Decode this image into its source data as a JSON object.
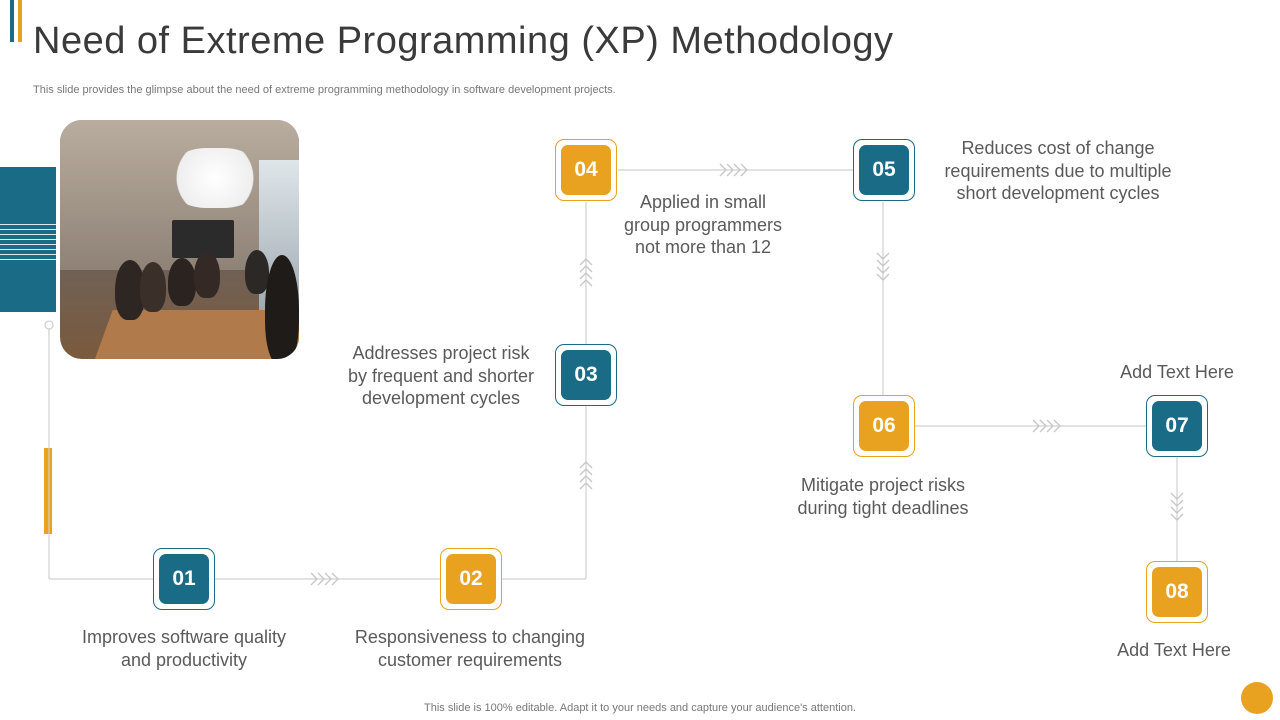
{
  "header": {
    "title": "Need of Extreme Programming (XP) Methodology",
    "subtitle": "This slide provides the glimpse about the need of extreme programming methodology in software development projects."
  },
  "steps": [
    {
      "number": "01",
      "text": "Improves software quality and productivity",
      "color": "teal"
    },
    {
      "number": "02",
      "text": "Responsiveness to changing customer requirements",
      "color": "gold"
    },
    {
      "number": "03",
      "text": "Addresses project risk by frequent and shorter development cycles",
      "color": "teal"
    },
    {
      "number": "04",
      "text": "Applied in small group programmers not more than 12",
      "color": "gold"
    },
    {
      "number": "05",
      "text": "Reduces cost of change requirements due to multiple short development cycles",
      "color": "teal"
    },
    {
      "number": "06",
      "text": "Mitigate project risks during tight deadlines",
      "color": "gold"
    },
    {
      "number": "07",
      "text": "Add Text Here",
      "color": "teal"
    },
    {
      "number": "08",
      "text": "Add Text Here",
      "color": "gold"
    }
  ],
  "footer": {
    "text": "This slide is 100% editable. Adapt it to your needs and capture your audience's attention."
  },
  "colors": {
    "teal": "#1a6b85",
    "gold": "#e8a220",
    "connector": "#d0d0d0",
    "chevron": "#c8c8c8"
  },
  "image": {
    "description_icon": "meeting-photo"
  }
}
